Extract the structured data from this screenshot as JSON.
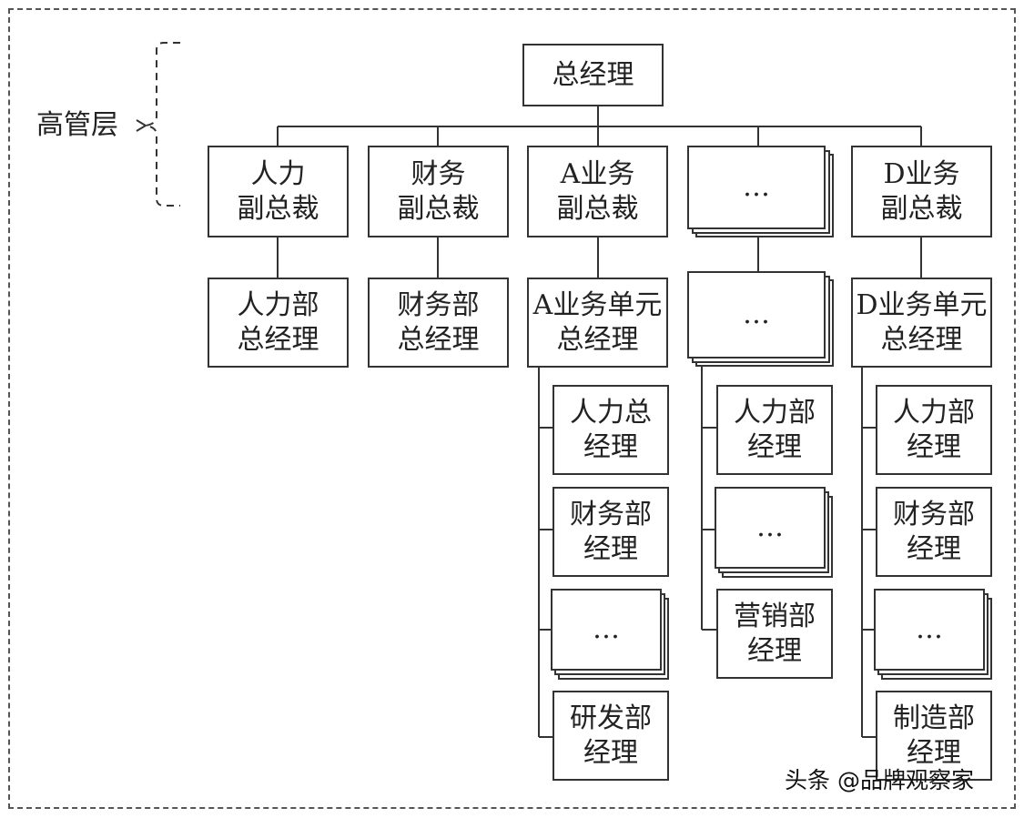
{
  "diagram": {
    "layer_label": "高管层",
    "root": "总经理",
    "vp_row": [
      "人力\n副总裁",
      "财务\n副总裁",
      "A业务\n副总裁",
      "…",
      "D业务\n副总裁"
    ],
    "unit_row": [
      "人力部\n总经理",
      "财务部\n总经理",
      "A业务单元\n总经理",
      "…",
      "D业务单元\n总经理"
    ],
    "a_unit_children": [
      "人力总\n经理",
      "财务部\n经理",
      "…",
      "研发部\n经理"
    ],
    "mid_unit_children": [
      "人力部\n经理",
      "…",
      "营销部\n经理"
    ],
    "d_unit_children": [
      "人力部\n经理",
      "财务部\n经理",
      "…",
      "制造部\n经理"
    ]
  },
  "watermark": "头条 @品牌观察家"
}
